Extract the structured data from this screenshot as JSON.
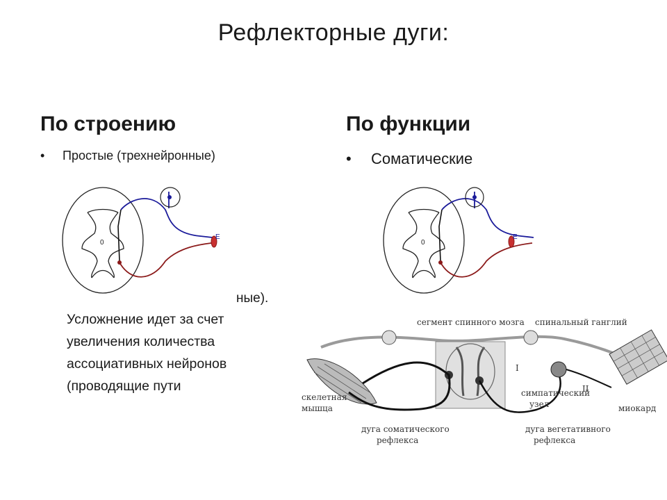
{
  "slide": {
    "title": "Рефлекторные дуги:",
    "left": {
      "heading": "По строению",
      "bullet": "Простые (трехнейронные)",
      "tail_fragment": "ные).",
      "paragraph": [
        "Усложнение идет за счет",
        "увеличения количества",
        "ассоциативных нейронов",
        "(проводящие пути"
      ]
    },
    "right": {
      "heading": "По функции",
      "bullet": "Соматические"
    },
    "diagram_left": {
      "center_mark": "0",
      "effector_mark": "E"
    },
    "diagram_right": {
      "center_mark": "0",
      "effector_mark": "E"
    },
    "reflex_figure": {
      "label_segment": "сегмент спинного мозга",
      "label_ganglion": "спинальный ганглий",
      "label_muscle_1": "скелетная",
      "label_muscle_2": "мышца",
      "label_somatic_1": "дуга соматического",
      "label_somatic_2": "рефлекса",
      "label_symp_1": "симпатический",
      "label_symp_2": "узел",
      "label_veget_1": "дуга вегетативного",
      "label_veget_2": "рефлекса",
      "label_myocard": "миокард",
      "mark_1": "I",
      "mark_2": "II"
    },
    "colors": {
      "afferent": "#1a1a9a",
      "efferent": "#8b1a1a",
      "outline": "#222222"
    }
  }
}
